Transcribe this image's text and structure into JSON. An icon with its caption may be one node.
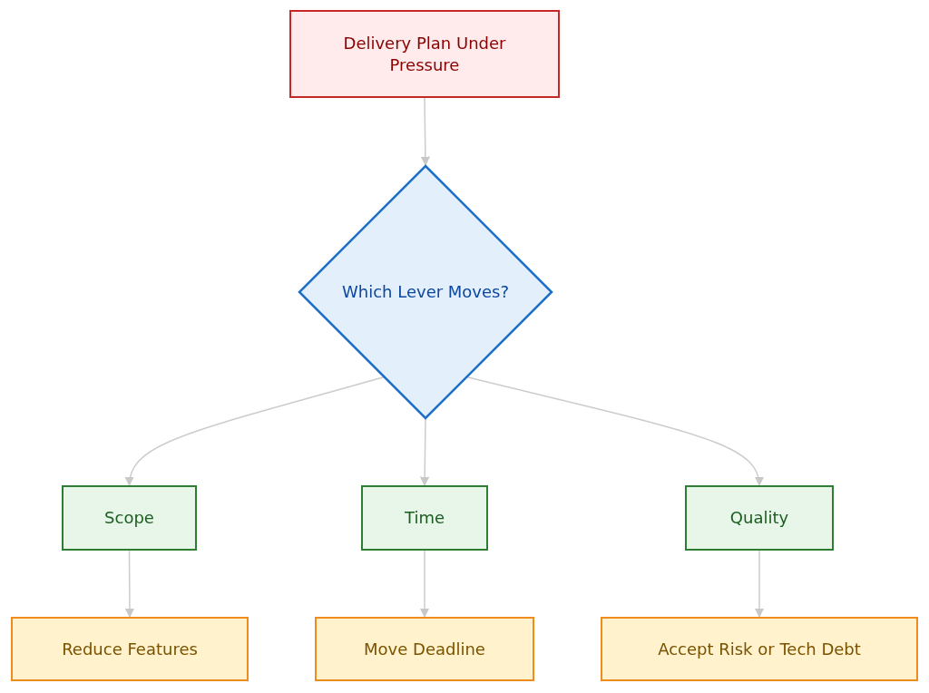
{
  "diagram": {
    "nodes": [
      {
        "text": [
          "Delivery Plan Under Pressure"
        ]
      },
      {
        "text": [
          "Which Lever Moves?"
        ]
      },
      {
        "text": [
          "Scope"
        ]
      },
      {
        "text": [
          "Time"
        ]
      },
      {
        "text": [
          "Quality"
        ]
      },
      {
        "text": [
          "Reduce Features"
        ]
      },
      {
        "text": [
          "Move Deadline"
        ]
      },
      {
        "text": [
          "Accept Risk or Tech Debt"
        ]
      }
    ],
    "edges": [
      {
        "from": 0,
        "to": 1,
        "arrow": "to"
      },
      {
        "from": 1,
        "to": 2,
        "arrow": "to"
      },
      {
        "from": 1,
        "to": 3,
        "arrow": "to"
      },
      {
        "from": 1,
        "to": 4,
        "arrow": "to"
      },
      {
        "from": 2,
        "to": 5,
        "arrow": "to"
      },
      {
        "from": 3,
        "to": 6,
        "arrow": "to"
      },
      {
        "from": 4,
        "to": 7,
        "arrow": "to"
      }
    ]
  }
}
